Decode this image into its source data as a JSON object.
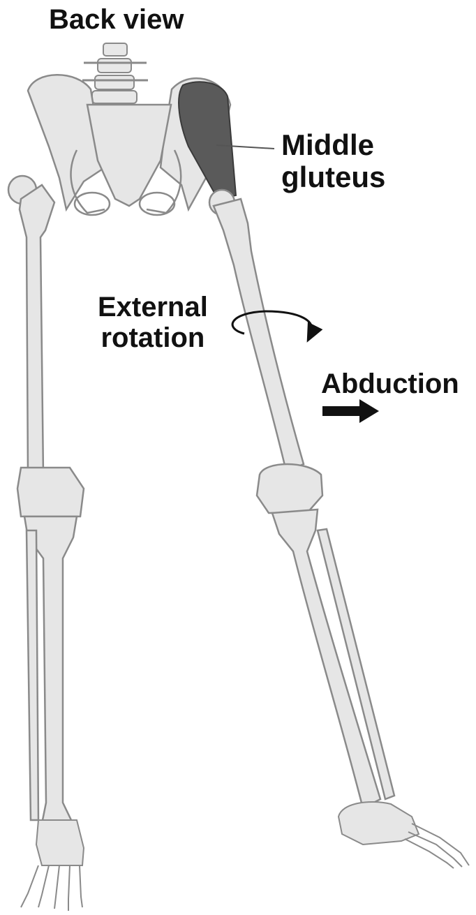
{
  "title": "Back view",
  "labels": {
    "muscle_line1": "Middle",
    "muscle_line2": "gluteus",
    "rotation_line1": "External",
    "rotation_line2": "rotation",
    "abduction": "Abduction"
  },
  "colors": {
    "bone_fill": "#e6e6e6",
    "bone_stroke": "#8a8a8a",
    "muscle": "#5a5a5a",
    "text": "#111111",
    "arrow": "#111111"
  }
}
